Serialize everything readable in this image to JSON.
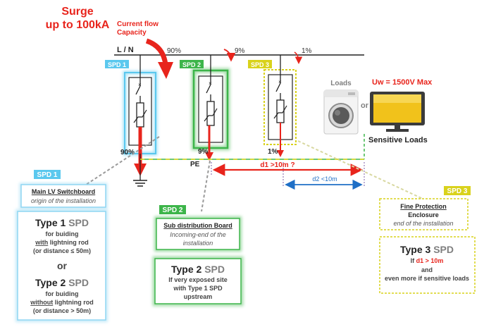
{
  "surge": {
    "line1": "Surge",
    "line2": "up to 100kA"
  },
  "current_flow": {
    "line1": "Current flow",
    "line2": "Capacity"
  },
  "line_label": "L / N",
  "pct_top": {
    "p90": "90%",
    "p9": "9%",
    "p1": "1%"
  },
  "pct_bottom": {
    "p90": "90%",
    "p9": "9%",
    "p1": "1%"
  },
  "pe_label": "PE",
  "spd_tags": {
    "spd1": "SPD 1",
    "spd2": "SPD 2",
    "spd3": "SPD 3"
  },
  "loads": {
    "loads_label": "Loads",
    "or": "or",
    "uw": "Uw = 1500V Max",
    "sensitive": "Sensitive  Loads"
  },
  "distances": {
    "d1": "d1 >10m ?",
    "d2": "d2 <10m"
  },
  "panel1": {
    "tag": "SPD 1",
    "header_title": "Main LV  Switchboard",
    "header_sub": "origin of the installation",
    "type1_a": "Type 1 ",
    "type1_b": "SPD",
    "type1_l1": "for buiding",
    "type1_l2a": "with",
    "type1_l2b": " lightning rod",
    "type1_l3": "(or distance ≤ 50m)",
    "or": "or",
    "type2_a": "Type 2 ",
    "type2_b": "SPD",
    "type2_l1": "for buiding",
    "type2_l2a": "without",
    "type2_l2b": " lightning rod",
    "type2_l3": "(or distance > 50m)"
  },
  "panel2": {
    "tag": "SPD 2",
    "header_title": "Sub distribution Board",
    "header_sub1": "Incoming-end of the",
    "header_sub2": "installation",
    "type_a": "Type 2 ",
    "type_b": "SPD",
    "l1": "If very exposed site",
    "l2": "with  Type 1 SPD",
    "l3": "upstream"
  },
  "panel3": {
    "tag": "SPD 3",
    "header_title1": "Fine Protection",
    "header_title2": "Enclosure",
    "header_sub": "end of the installation",
    "type_a": "Type 3 ",
    "type_b": "SPD",
    "l1a": "If ",
    "l1b": "d1 > 10m",
    "l2": "and",
    "l3": "even more if sensitive loads"
  },
  "colors": {
    "red": "#e8241c",
    "spd1_blue": "#5bc8ee",
    "spd2_green": "#3db54a",
    "spd3_yellow": "#d9d21c",
    "text_grey": "#7f7f7f",
    "d2_blue": "#1f6fc6"
  }
}
